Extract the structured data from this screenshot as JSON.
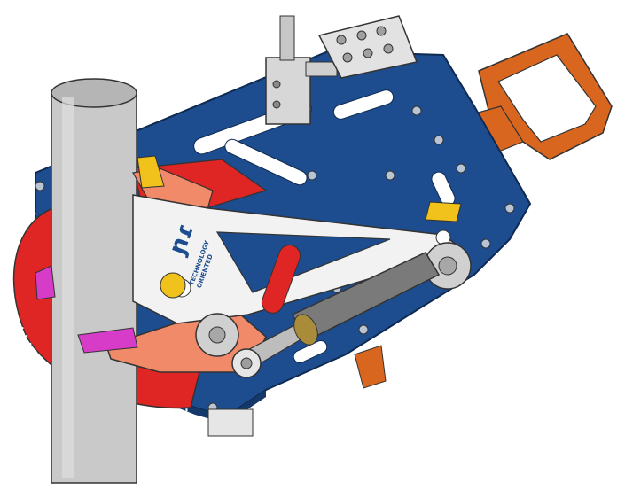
{
  "colors": {
    "plate": "#1d4d8e",
    "plate_edge": "#14386a",
    "handle": "#d9661f",
    "disc": "#e02525",
    "arm": "#f2f2f2",
    "salmon": "#f08a68",
    "magenta": "#d63cc7",
    "pipe": "#c9c9c9",
    "cylinder": "#7a7a7a",
    "valve": "#d7d7d7",
    "yellow": "#f0c21b"
  },
  "logo": {
    "mark": "ɲɾ",
    "line1": "TECHNOLOGY",
    "line2": "ORIENTED"
  },
  "icons": {
    "lock": "lock-icon",
    "valve": "valve-block-icon",
    "manifold": "manifold-icon"
  }
}
